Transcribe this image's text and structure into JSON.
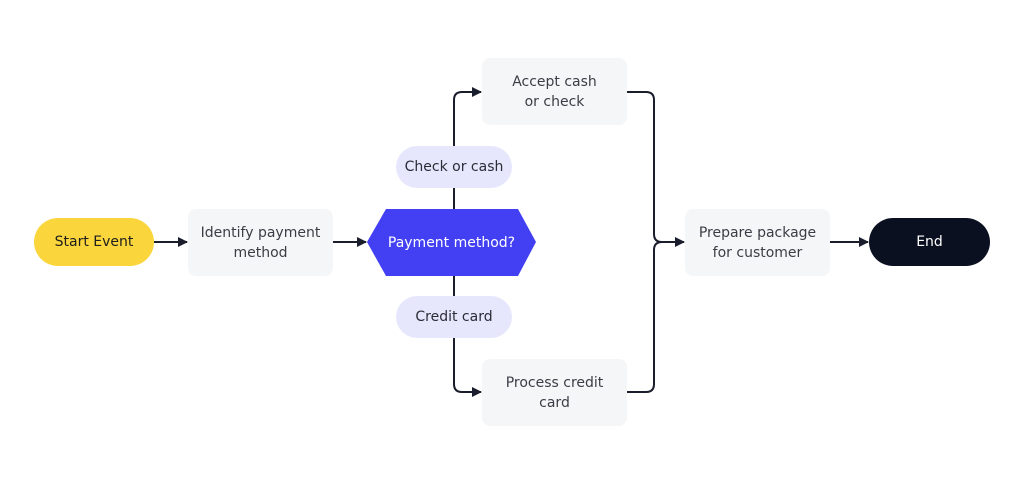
{
  "diagram": {
    "colors": {
      "start": "#fad53b",
      "end": "#0b1020",
      "gateway": "#4240f2",
      "task": "#f5f6f8",
      "label": "#e6e7fc",
      "connector": "#1a1d2b"
    },
    "nodes": {
      "start": "Start Event",
      "identify": "Identify payment method",
      "gateway": "Payment method?",
      "accept": "Accept cash or check",
      "process": "Process credit card",
      "prepare": "Prepare package for customer",
      "end": "End"
    },
    "branch_labels": {
      "upper": "Check or cash",
      "lower": "Credit card"
    }
  }
}
